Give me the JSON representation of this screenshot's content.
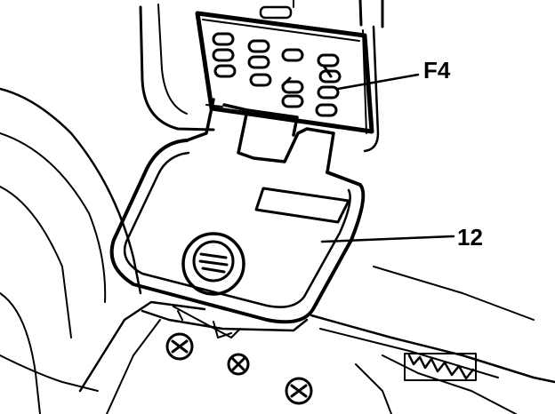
{
  "diagram": {
    "callouts": [
      {
        "id": "f4",
        "label": "F4"
      },
      {
        "id": "12",
        "label": "12"
      }
    ],
    "ink_color": "#000000",
    "paper_color": "#ffffff"
  }
}
